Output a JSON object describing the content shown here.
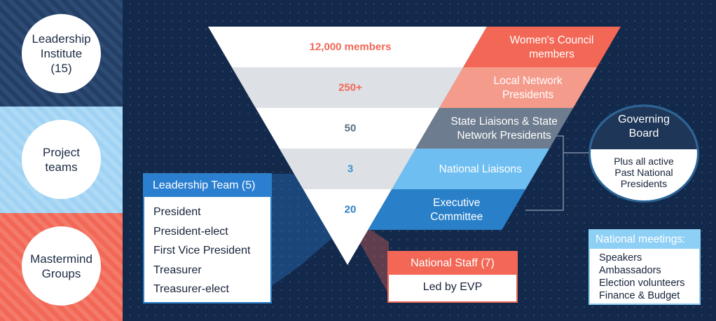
{
  "side": [
    {
      "label": "Leadership\nInstitute\n(15)"
    },
    {
      "label": "Project\nteams"
    },
    {
      "label": "Mastermind\nGroups"
    }
  ],
  "funnel": {
    "rows": [
      {
        "value": "12,000 members",
        "label": "Women's Council\nmembers",
        "color": "#f26755",
        "valueColor": "#f26755"
      },
      {
        "value": "250+",
        "label": "Local Network\nPresidents",
        "color": "#f59b8c",
        "valueColor": "#f26755"
      },
      {
        "value": "50",
        "label": "State Liaisons & State\nNetwork Presidents",
        "color": "#6d7c8e",
        "valueColor": "#5b6e83"
      },
      {
        "value": "3",
        "label": "National Liaisons",
        "color": "#6ebef2",
        "valueColor": "#3e8fcd"
      },
      {
        "value": "20",
        "label": "Executive\nCommittee",
        "color": "#2980c9",
        "valueColor": "#2b7fc4"
      }
    ]
  },
  "leadership_team": {
    "title": "Leadership Team (5)",
    "items": [
      "President",
      "President-elect",
      "First Vice President",
      "Treasurer",
      "Treasurer-elect"
    ]
  },
  "national_staff": {
    "title": "National Staff (7)",
    "body": "Led by EVP"
  },
  "governing_board": {
    "title": "Governing\nBoard",
    "body": "Plus all active\nPast National\nPresidents"
  },
  "national_meetings": {
    "title": "National meetings:",
    "items": [
      "Speakers",
      "Ambassadors",
      "Election volunteers",
      "Finance & Budget"
    ]
  }
}
